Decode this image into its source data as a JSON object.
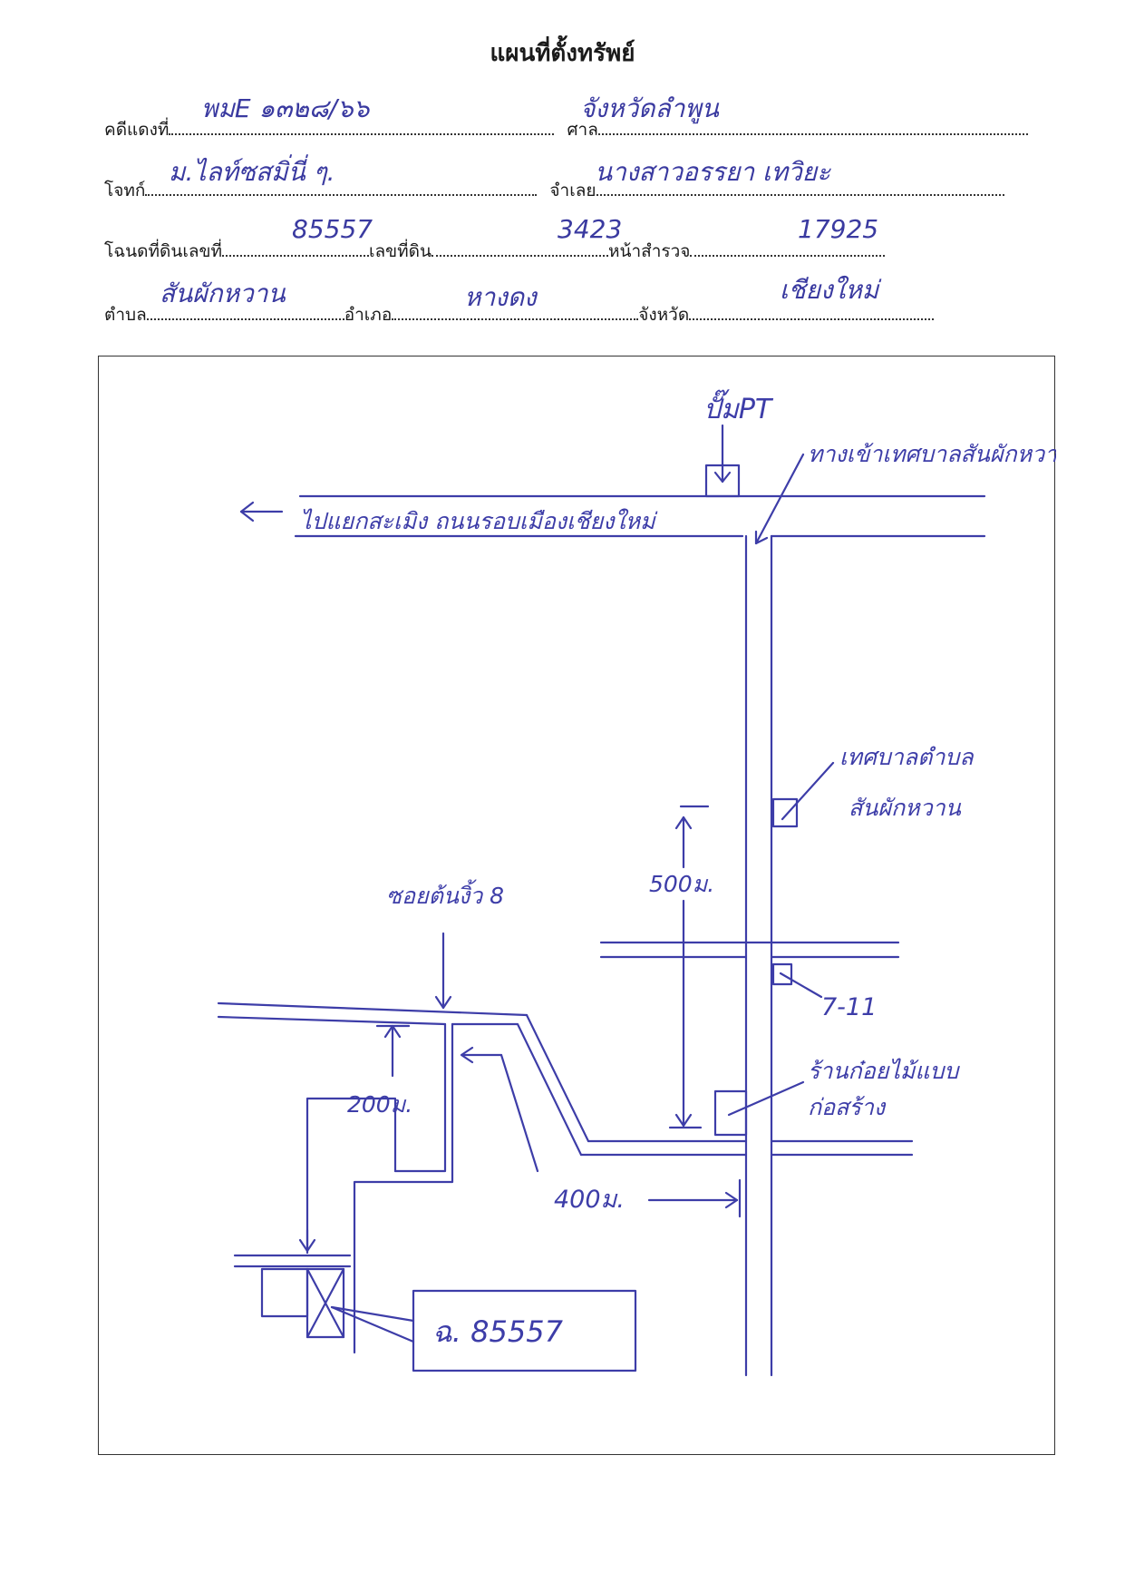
{
  "title": "แผนที่ตั้งทรัพย์",
  "form": {
    "case_label": "คดีแดงที่",
    "case_value": "พมE ๑๓๒๘/๖๖",
    "court_label": "ศาล",
    "court_value": "จังหวัดลำพูน",
    "plaintiff_label": "โจทก์",
    "plaintiff_value": "ม.ไลท์ซสมิ่นี่ ๆ.",
    "defendant_label": "จำเลย",
    "defendant_value": "นางสาวอรรยา เทวิยะ",
    "deed_label": "โฉนดที่ดินเลขที่",
    "deed_value": "85557",
    "land_no_label": "เลขที่ดิน",
    "land_no_value": "3423",
    "survey_label": "หน้าสำรวจ",
    "survey_value": "17925",
    "subdistrict_label": "ตำบล",
    "subdistrict_value": "สันผักหวาน",
    "district_label": "อำเภอ",
    "district_value": "หางดง",
    "province_label": "จังหวัด",
    "province_value": "เชียงใหม่"
  },
  "map": {
    "pump": "ปั๊มPT",
    "entrance": "ทางเข้าเทศบาลสันผักหวาน",
    "main_road": "ไปแยกสะเมิง ถนนรอบเมืองเชียงใหม่",
    "municipality_line1": "เทศบาลตำบล",
    "municipality_line2": "สันผักหวาน",
    "dist_500": "500ม.",
    "soi": "ซอยต้นงิ้ว 8",
    "seven_eleven": "7-11",
    "shop_line1": "ร้านก๋อยไม้แบบ",
    "shop_line2": "ก่อสร้าง",
    "dist_200": "200ม.",
    "dist_400": "400ม.",
    "parcel": "ฉ. 85557"
  }
}
